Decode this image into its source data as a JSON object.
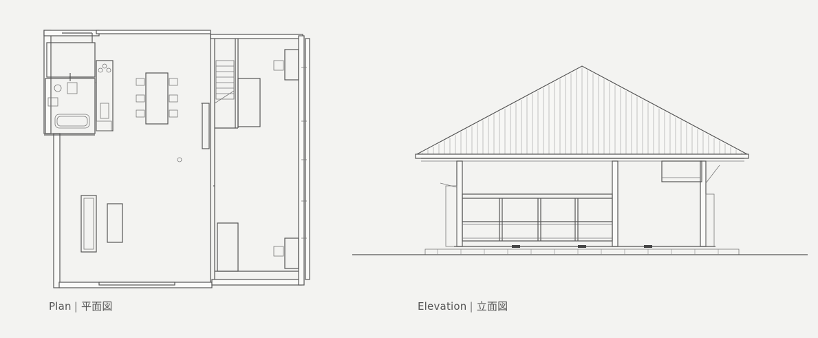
{
  "plan": {
    "caption_en": "Plan",
    "separator": "|",
    "caption_jp": "平面図"
  },
  "elevation": {
    "caption_en": "Elevation",
    "separator": "|",
    "caption_jp": "立面図"
  }
}
